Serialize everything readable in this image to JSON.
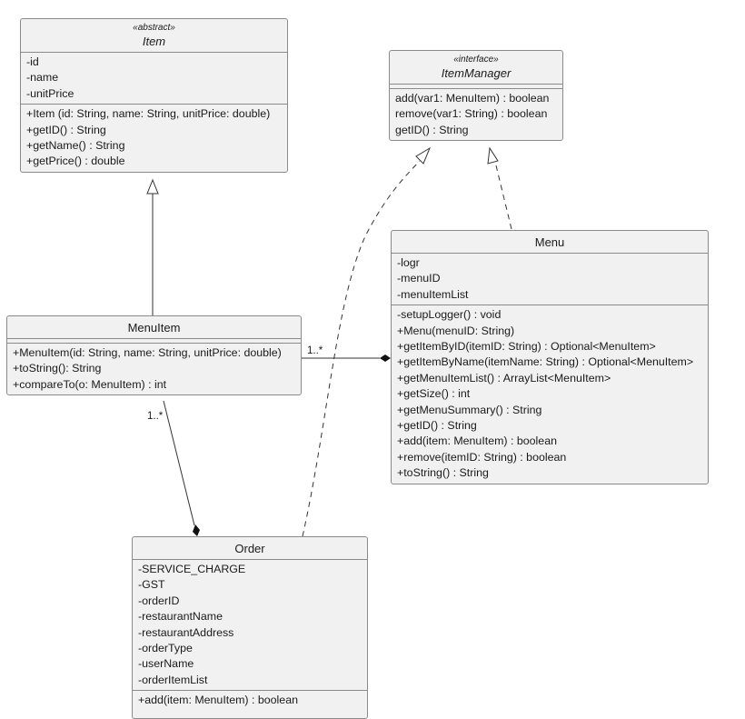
{
  "classes": [
    {
      "id": "item",
      "stereotype": "«abstract»",
      "name": "Item",
      "italic": true,
      "attributes": [
        "-id",
        "-name",
        "-unitPrice"
      ],
      "methods": [
        "+Item (id: String, name: String, unitPrice: double)",
        "+getID() : String",
        "+getName() : String",
        "+getPrice() : double"
      ]
    },
    {
      "id": "itemmanager",
      "stereotype": "«interface»",
      "name": "ItemManager",
      "italic": true,
      "attributes": [],
      "methods": [
        "add(var1: MenuItem) : boolean",
        "remove(var1: String) : boolean",
        "getID() : String"
      ]
    },
    {
      "id": "menu",
      "stereotype": "",
      "name": "Menu",
      "italic": false,
      "attributes": [
        "-logr",
        "-menuID",
        "-menuItemList"
      ],
      "methods": [
        "-setupLogger() : void",
        "+Menu(menuID: String)",
        "+getItemByID(itemID: String) : Optional<MenuItem>",
        "+getItemByName(itemName: String) : Optional<MenuItem>",
        "+getMenuItemList() : ArrayList<MenuItem>",
        "+getSize() : int",
        "+getMenuSummary() : String",
        "+getID() : String",
        "+add(item: MenuItem) : boolean",
        "+remove(itemID: String) : boolean",
        "+toString() : String"
      ]
    },
    {
      "id": "menuitem",
      "stereotype": "",
      "name": "MenuItem",
      "italic": false,
      "attributes": [],
      "methods": [
        "+MenuItem(id: String, name: String, unitPrice: double)",
        "+toString(): String",
        "+compareTo(o: MenuItem) : int"
      ]
    },
    {
      "id": "order",
      "stereotype": "",
      "name": "Order",
      "italic": false,
      "attributes": [
        "-SERVICE_CHARGE",
        "-GST",
        "-orderID",
        "-restaurantName",
        "-restaurantAddress",
        "-orderType",
        "-userName",
        "-orderItemList"
      ],
      "methods": [
        "+add(item: MenuItem) : boolean"
      ]
    }
  ],
  "relationships": [
    {
      "type": "generalization",
      "from": "MenuItem",
      "to": "Item"
    },
    {
      "type": "realization",
      "from": "Menu",
      "to": "ItemManager"
    },
    {
      "type": "realization",
      "from": "Order",
      "to": "ItemManager"
    },
    {
      "type": "composition",
      "part": "MenuItem",
      "whole": "Menu",
      "multiplicity": "1..*"
    },
    {
      "type": "composition",
      "part": "MenuItem",
      "whole": "Order",
      "multiplicity": "1..*"
    }
  ]
}
